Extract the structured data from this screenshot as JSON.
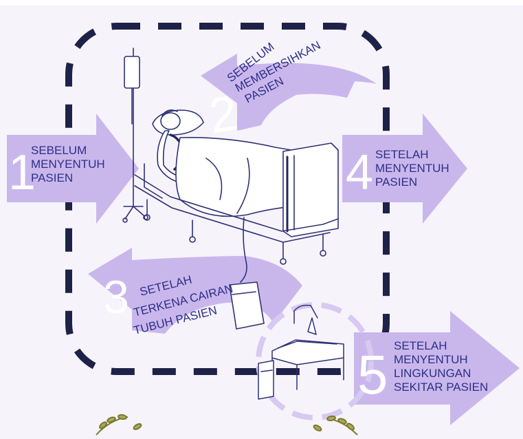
{
  "colors": {
    "background": "#f6f3fb",
    "arrow": "#c9b7ec",
    "dash": "#1e2148",
    "text": "#2d2f86",
    "line": "#2f3175",
    "number": "#ffffff"
  },
  "moments": [
    {
      "number": "1",
      "lines": [
        "SEBELUM",
        "MENYENTUH",
        "PASIEN"
      ]
    },
    {
      "number": "2",
      "lines": [
        "SEBELUM",
        "MEMBERSIHKAN",
        "PASIEN"
      ]
    },
    {
      "number": "3",
      "lines": [
        "SETELAH",
        "TERKENA CAIRAN",
        "TUBUH PASIEN"
      ]
    },
    {
      "number": "4",
      "lines": [
        "SETELAH",
        "MENYENTUH",
        "PASIEN"
      ]
    },
    {
      "number": "5",
      "lines": [
        "SETELAH",
        "MENYENTUH",
        "LINGKUNGAN",
        "SEKITAR PASIEN"
      ]
    }
  ]
}
